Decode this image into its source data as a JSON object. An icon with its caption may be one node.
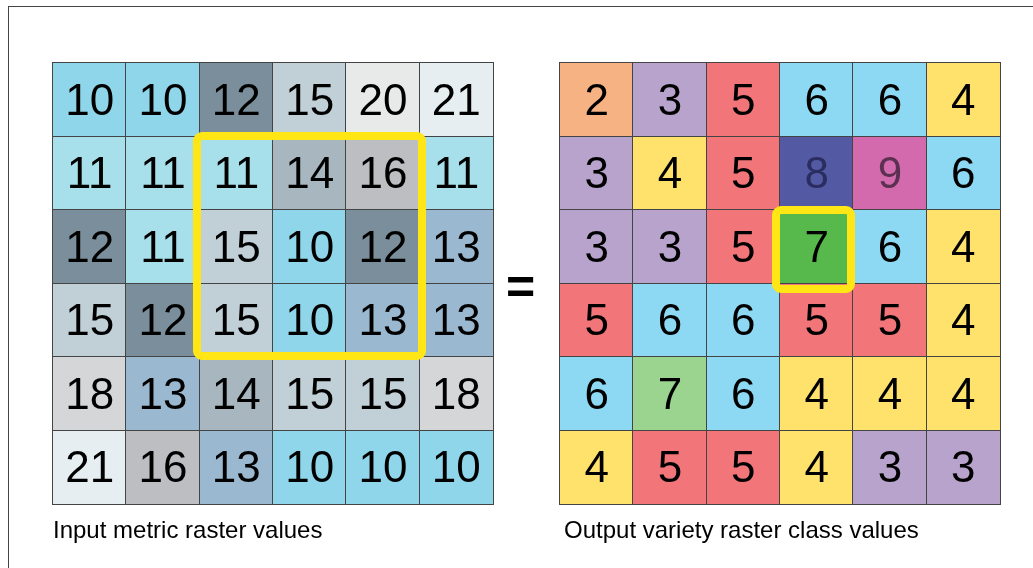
{
  "diagram": {
    "labels": [
      "10",
      "10",
      "12",
      "15",
      "20",
      "21",
      "11",
      "11",
      "11",
      "14",
      "16",
      "11",
      "12",
      "11",
      "15",
      "10",
      "12",
      "13",
      "15",
      "12",
      "15",
      "10",
      "13",
      "13",
      "18",
      "13",
      "14",
      "15",
      "15",
      "18",
      "21",
      "16",
      "13",
      "10",
      "10",
      "10",
      "=",
      "2",
      "3",
      "5",
      "6",
      "6",
      "4",
      "3",
      "4",
      "5",
      "8",
      "9",
      "6",
      "3",
      "3",
      "5",
      "7",
      "6",
      "4",
      "5",
      "6",
      "6",
      "5",
      "5",
      "4",
      "6",
      "7",
      "6",
      "4",
      "4",
      "4",
      "4",
      "5",
      "5",
      "4",
      "3",
      "3",
      "Input metric raster values",
      "Output variety raster class values"
    ]
  }
}
